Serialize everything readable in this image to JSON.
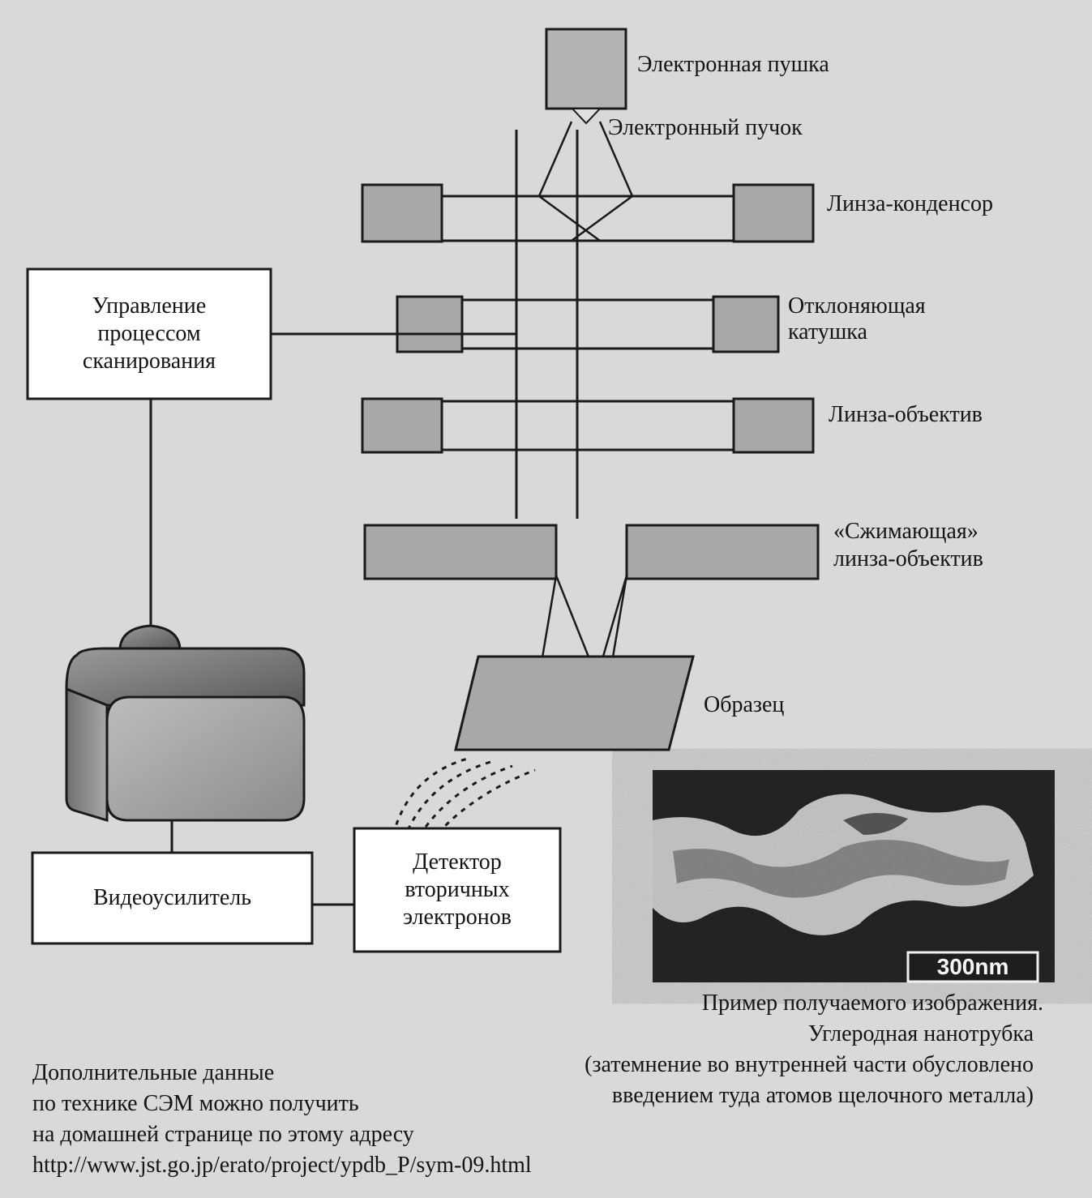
{
  "components": {
    "gun": "Электронная пушка",
    "beam": "Электронный пучок",
    "condenser": "Линза-конденсор",
    "deflect_line1": "Отклоняющая",
    "deflect_line2": "катушка",
    "objective": "Линза-объектив",
    "compress_line1": "«Сжимающая»",
    "compress_line2": "линза-объектив",
    "sample": "Образец"
  },
  "boxes": {
    "scan_line1": "Управление",
    "scan_line2": "процессом",
    "scan_line3": "сканирования",
    "amp": "Видеоусилитель",
    "detector_line1": "Детектор",
    "detector_line2": "вторичных",
    "detector_line3": "электронов"
  },
  "micrograph": {
    "scale_label": "300nm"
  },
  "caption": {
    "line1": "Пример получаемого изображения.",
    "line2": "Углеродная нанотрубка",
    "line3": "(затемнение во внутренней части обусловлено",
    "line4": "введением туда атомов щелочного металла)"
  },
  "note": {
    "line1": "Дополнительные данные",
    "line2": "по технике СЭМ можно получить",
    "line3": "на домашней странице по этому адресу",
    "line4": "http://www.jst.go.jp/erato/project/ypdb_P/sym-09.html"
  }
}
